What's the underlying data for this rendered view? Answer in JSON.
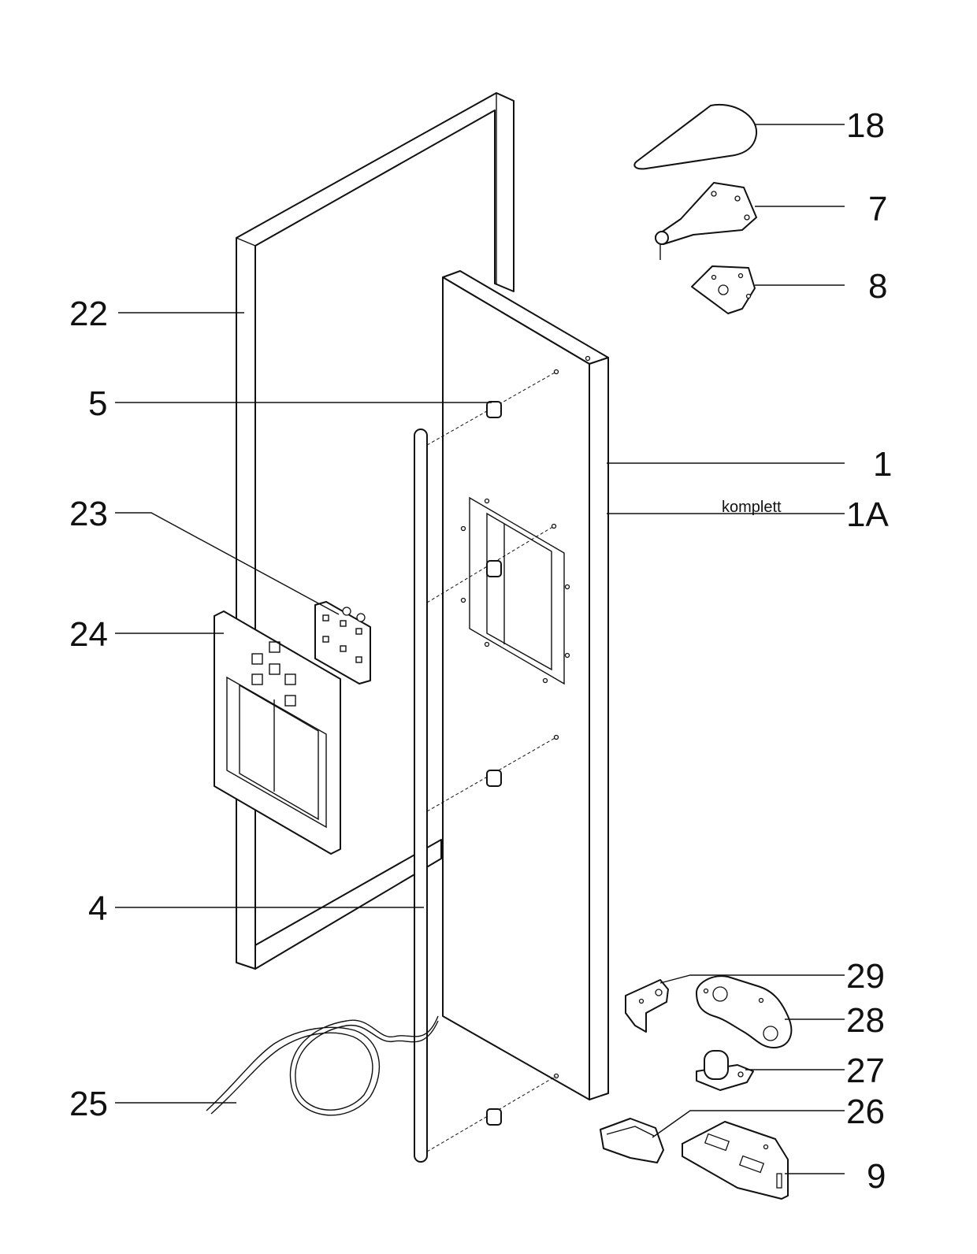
{
  "diagram": {
    "callouts": {
      "p18": "18",
      "p7": "7",
      "p8": "8",
      "p22": "22",
      "p5": "5",
      "p1": "1",
      "p1a": "1A",
      "p23": "23",
      "p24": "24",
      "p4": "4",
      "p29": "29",
      "p28": "28",
      "p27": "27",
      "p26": "26",
      "p25": "25",
      "p9": "9"
    },
    "note": "komplett"
  }
}
